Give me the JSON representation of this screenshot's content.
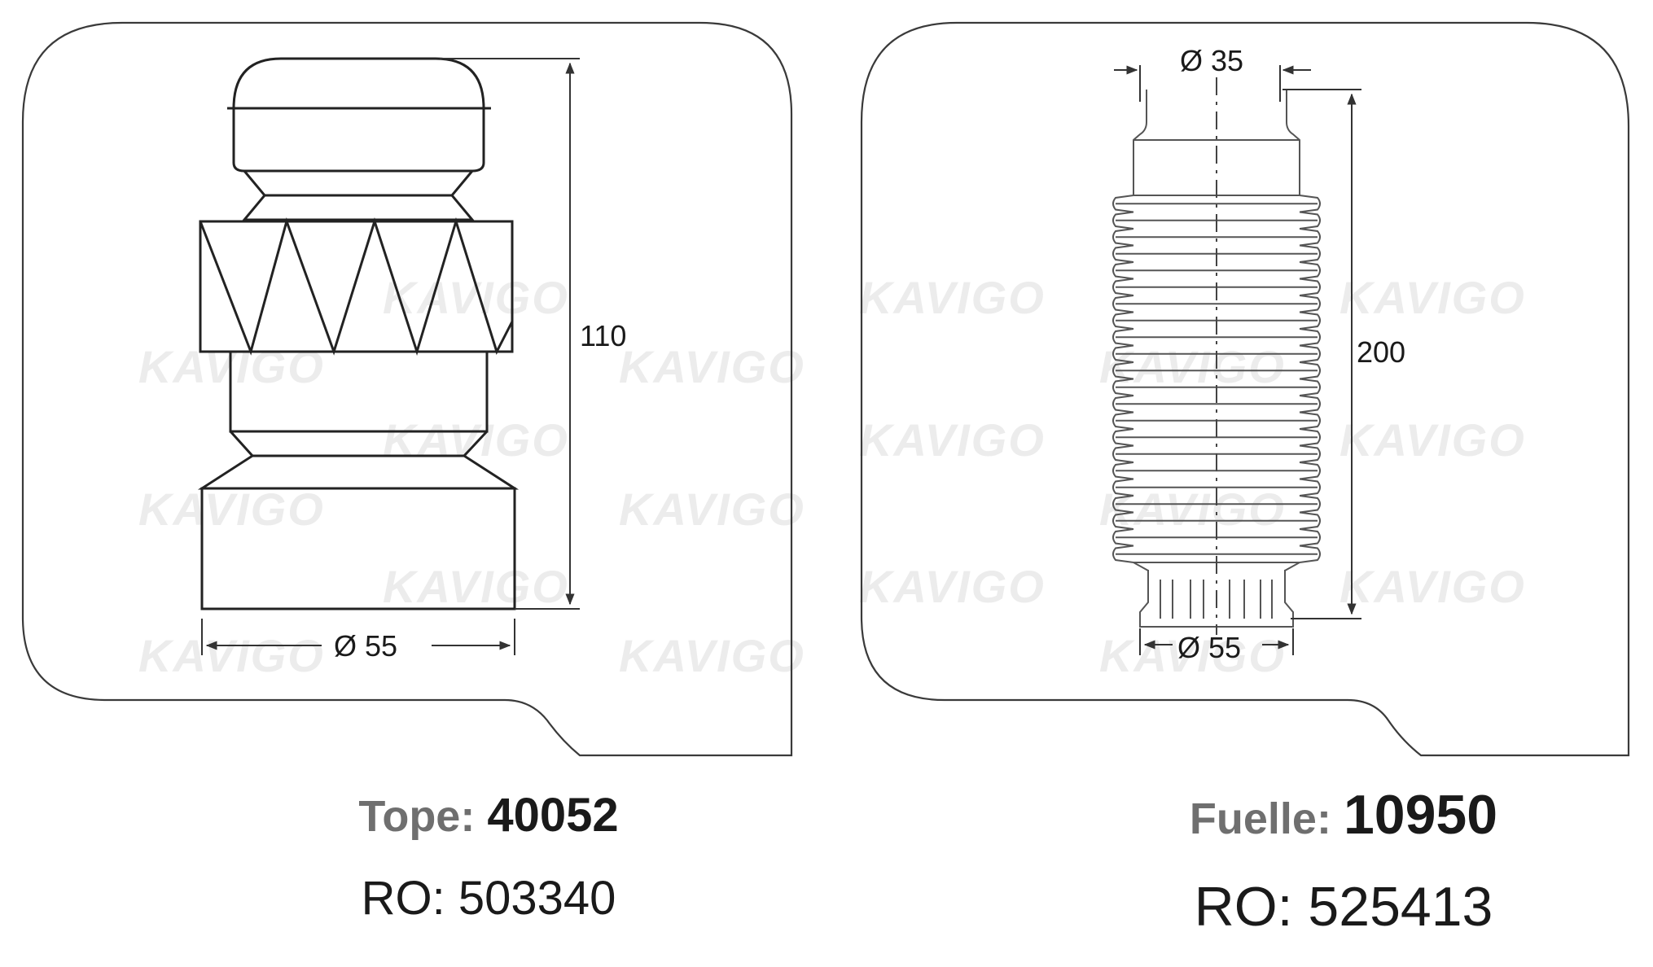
{
  "watermark": "KAVIGO",
  "left_part": {
    "height_label": "110",
    "diameter_label": "Ø 55",
    "type_label": "Tope:",
    "part_number": "40052",
    "ro_label": "RO: 503340"
  },
  "right_part": {
    "top_diameter_label": "Ø 35",
    "height_label": "200",
    "bottom_diameter_label": "Ø 55",
    "type_label": "Fuelle:",
    "part_number": "10950",
    "ro_label": "RO: 525413"
  }
}
